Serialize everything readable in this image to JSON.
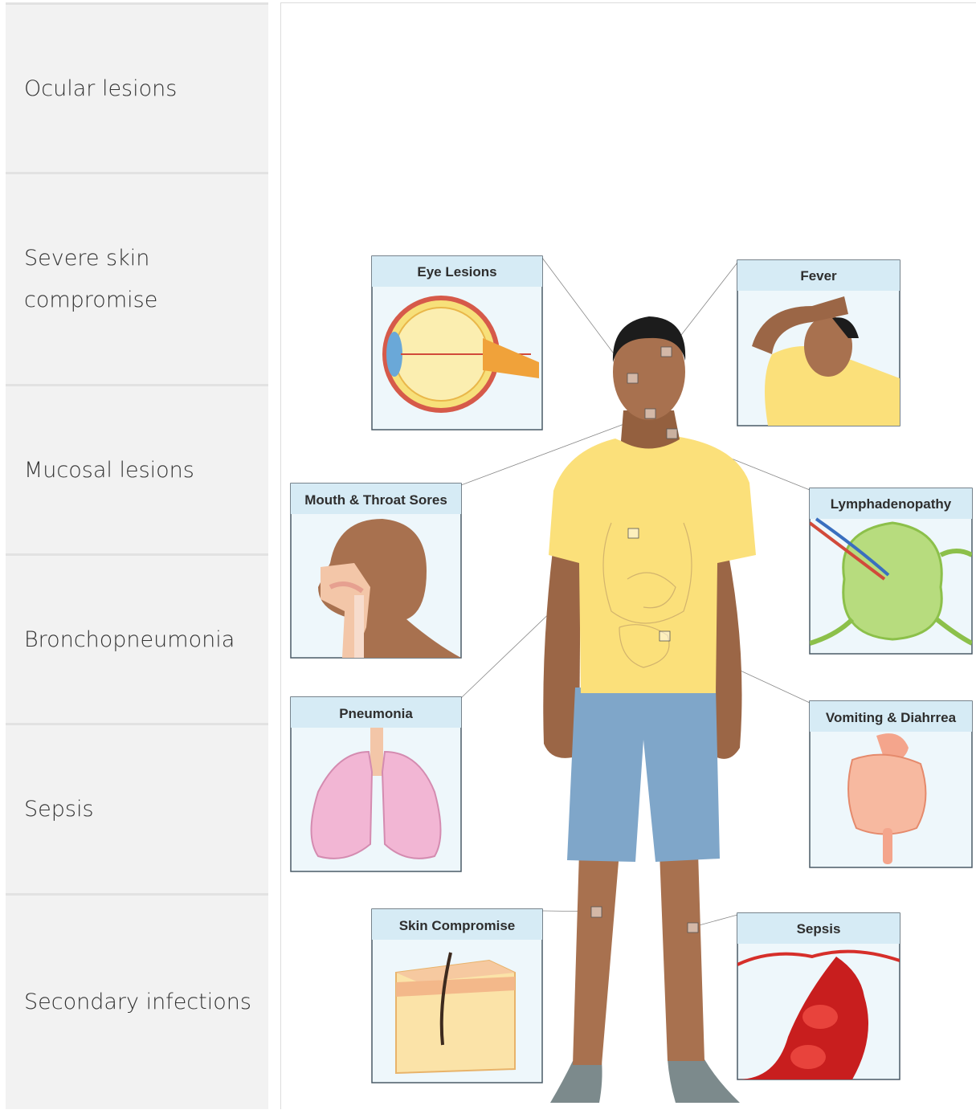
{
  "table": {
    "rows": [
      {
        "label": "Ocular lesions"
      },
      {
        "label": "Severe skin compromise"
      },
      {
        "label": "Mucosal lesions"
      },
      {
        "label": "Bronchopneumonia"
      },
      {
        "label": "Sepsis"
      },
      {
        "label": "Secondary infections"
      }
    ]
  },
  "illustration": {
    "panels": {
      "eye": "Eye Lesions",
      "fever": "Fever",
      "mouth": "Mouth & Throat Sores",
      "lymph": "Lymphadenopathy",
      "pneumonia": "Pneumonia",
      "vomit": "Vomiting & Diahrrea",
      "skin": "Skin Compromise",
      "sepsis": "Sepsis"
    }
  },
  "colors": {
    "cell_bg": "#f2f2f2",
    "cell_border": "#e2e2e2",
    "panel_header": "#d6ebf5",
    "panel_bg": "#eef7fb",
    "skin": "#a8714f",
    "shirt": "#fbe07a",
    "shorts": "#7fa6c9"
  }
}
